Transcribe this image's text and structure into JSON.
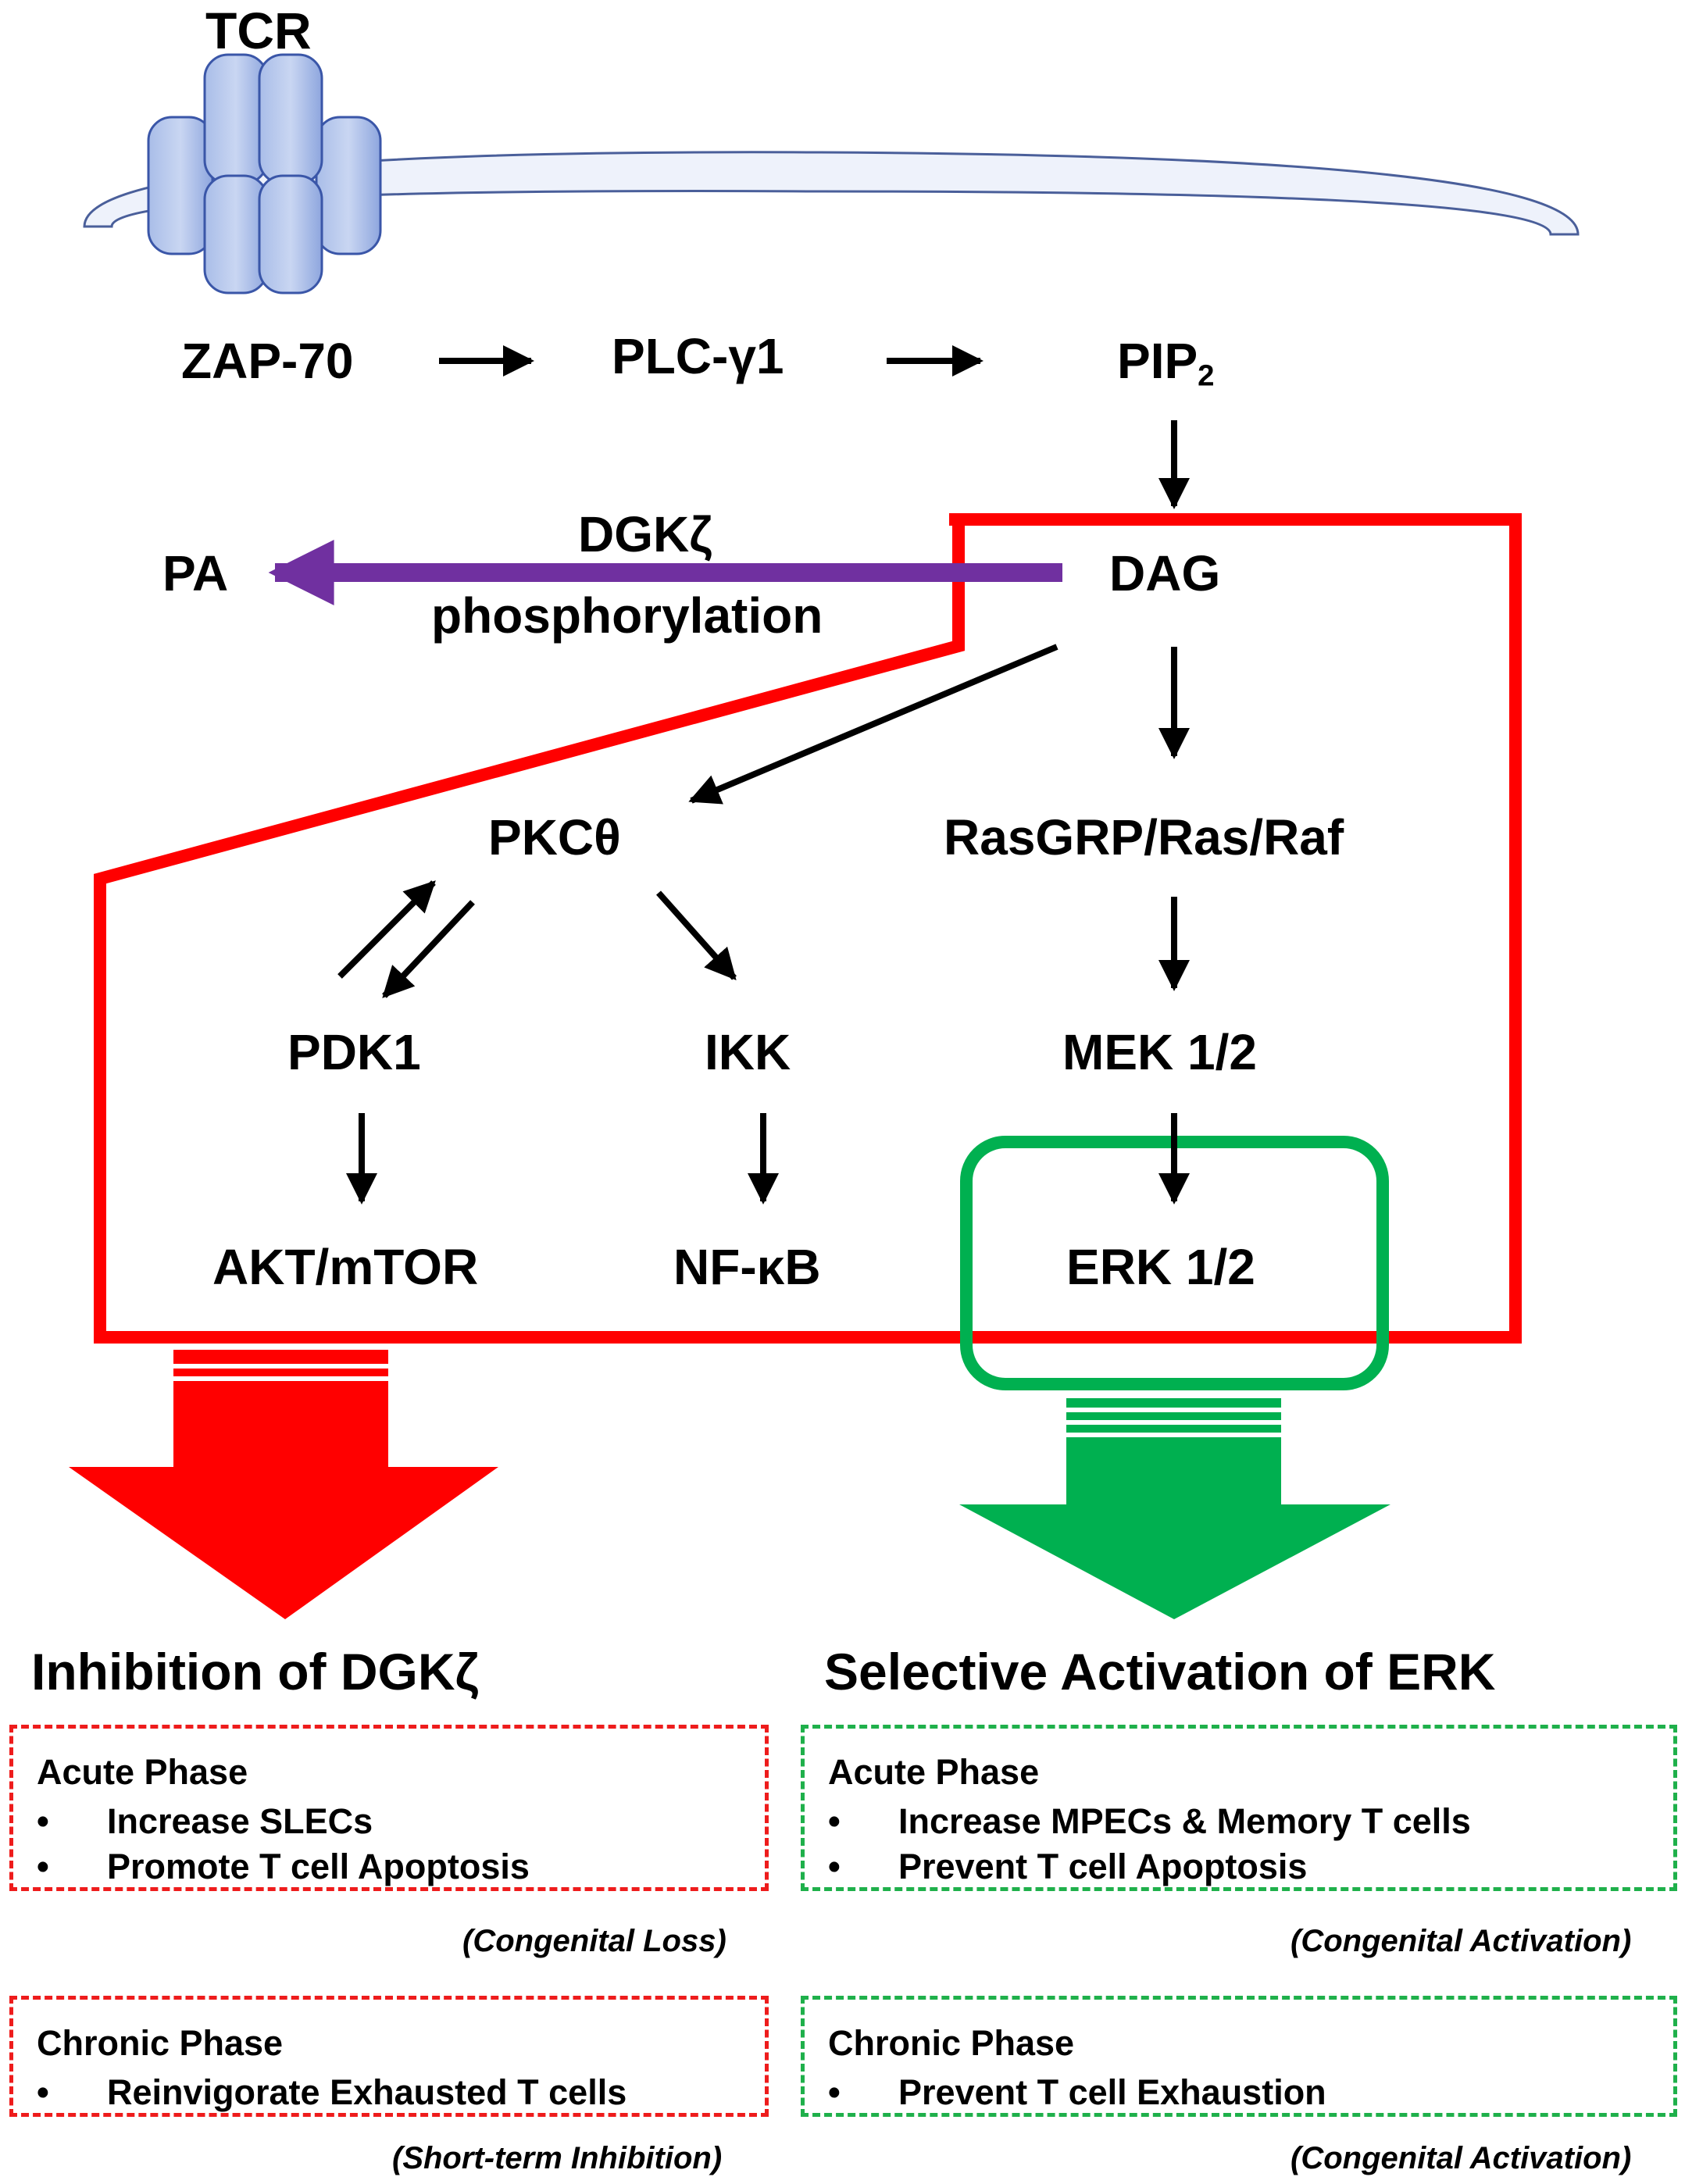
{
  "membrane": {
    "receptor_label": "TCR"
  },
  "nodes": {
    "zap70": "ZAP-70",
    "plcg1": "PLC-γ1",
    "pip2_main": "PIP",
    "pip2_sub": "2",
    "pa": "PA",
    "dag": "DAG",
    "dgk_name": "DGKζ",
    "dgk_action": "phosphorylation",
    "pkc": "PKCθ",
    "rasgrp": "RasGRP/Ras/Raf",
    "pdk1": "PDK1",
    "ikk": "IKK",
    "mek": "MEK 1/2",
    "akt": "AKT/mTOR",
    "nfkb": "NF-κB",
    "erk": "ERK 1/2"
  },
  "colors": {
    "red_region": "#ff0000",
    "green_region": "#00b050",
    "purple_arrow": "#7030a0",
    "membrane_blue": "#8faadc",
    "red_dash": "#ee1c1c",
    "green_dash": "#1fb04b"
  },
  "left_panel": {
    "title": "Inhibition of DGKζ",
    "acute": {
      "phase": "Acute Phase",
      "bullet": "•",
      "items": [
        "Increase SLECs",
        "Promote T cell Apoptosis"
      ],
      "note": "(Congenital Loss)"
    },
    "chronic": {
      "phase": "Chronic Phase",
      "bullet": "•",
      "items": [
        "Reinvigorate Exhausted T cells"
      ],
      "note": "(Short-term Inhibition)"
    }
  },
  "right_panel": {
    "title": "Selective Activation of ERK",
    "acute": {
      "phase": "Acute Phase",
      "bullet": "•",
      "items": [
        "Increase MPECs & Memory T cells",
        "Prevent T cell Apoptosis"
      ],
      "note": "(Congenital Activation)"
    },
    "chronic": {
      "phase": "Chronic Phase",
      "bullet": "•",
      "items": [
        "Prevent T cell Exhaustion"
      ],
      "note": "(Congenital Activation)"
    }
  }
}
